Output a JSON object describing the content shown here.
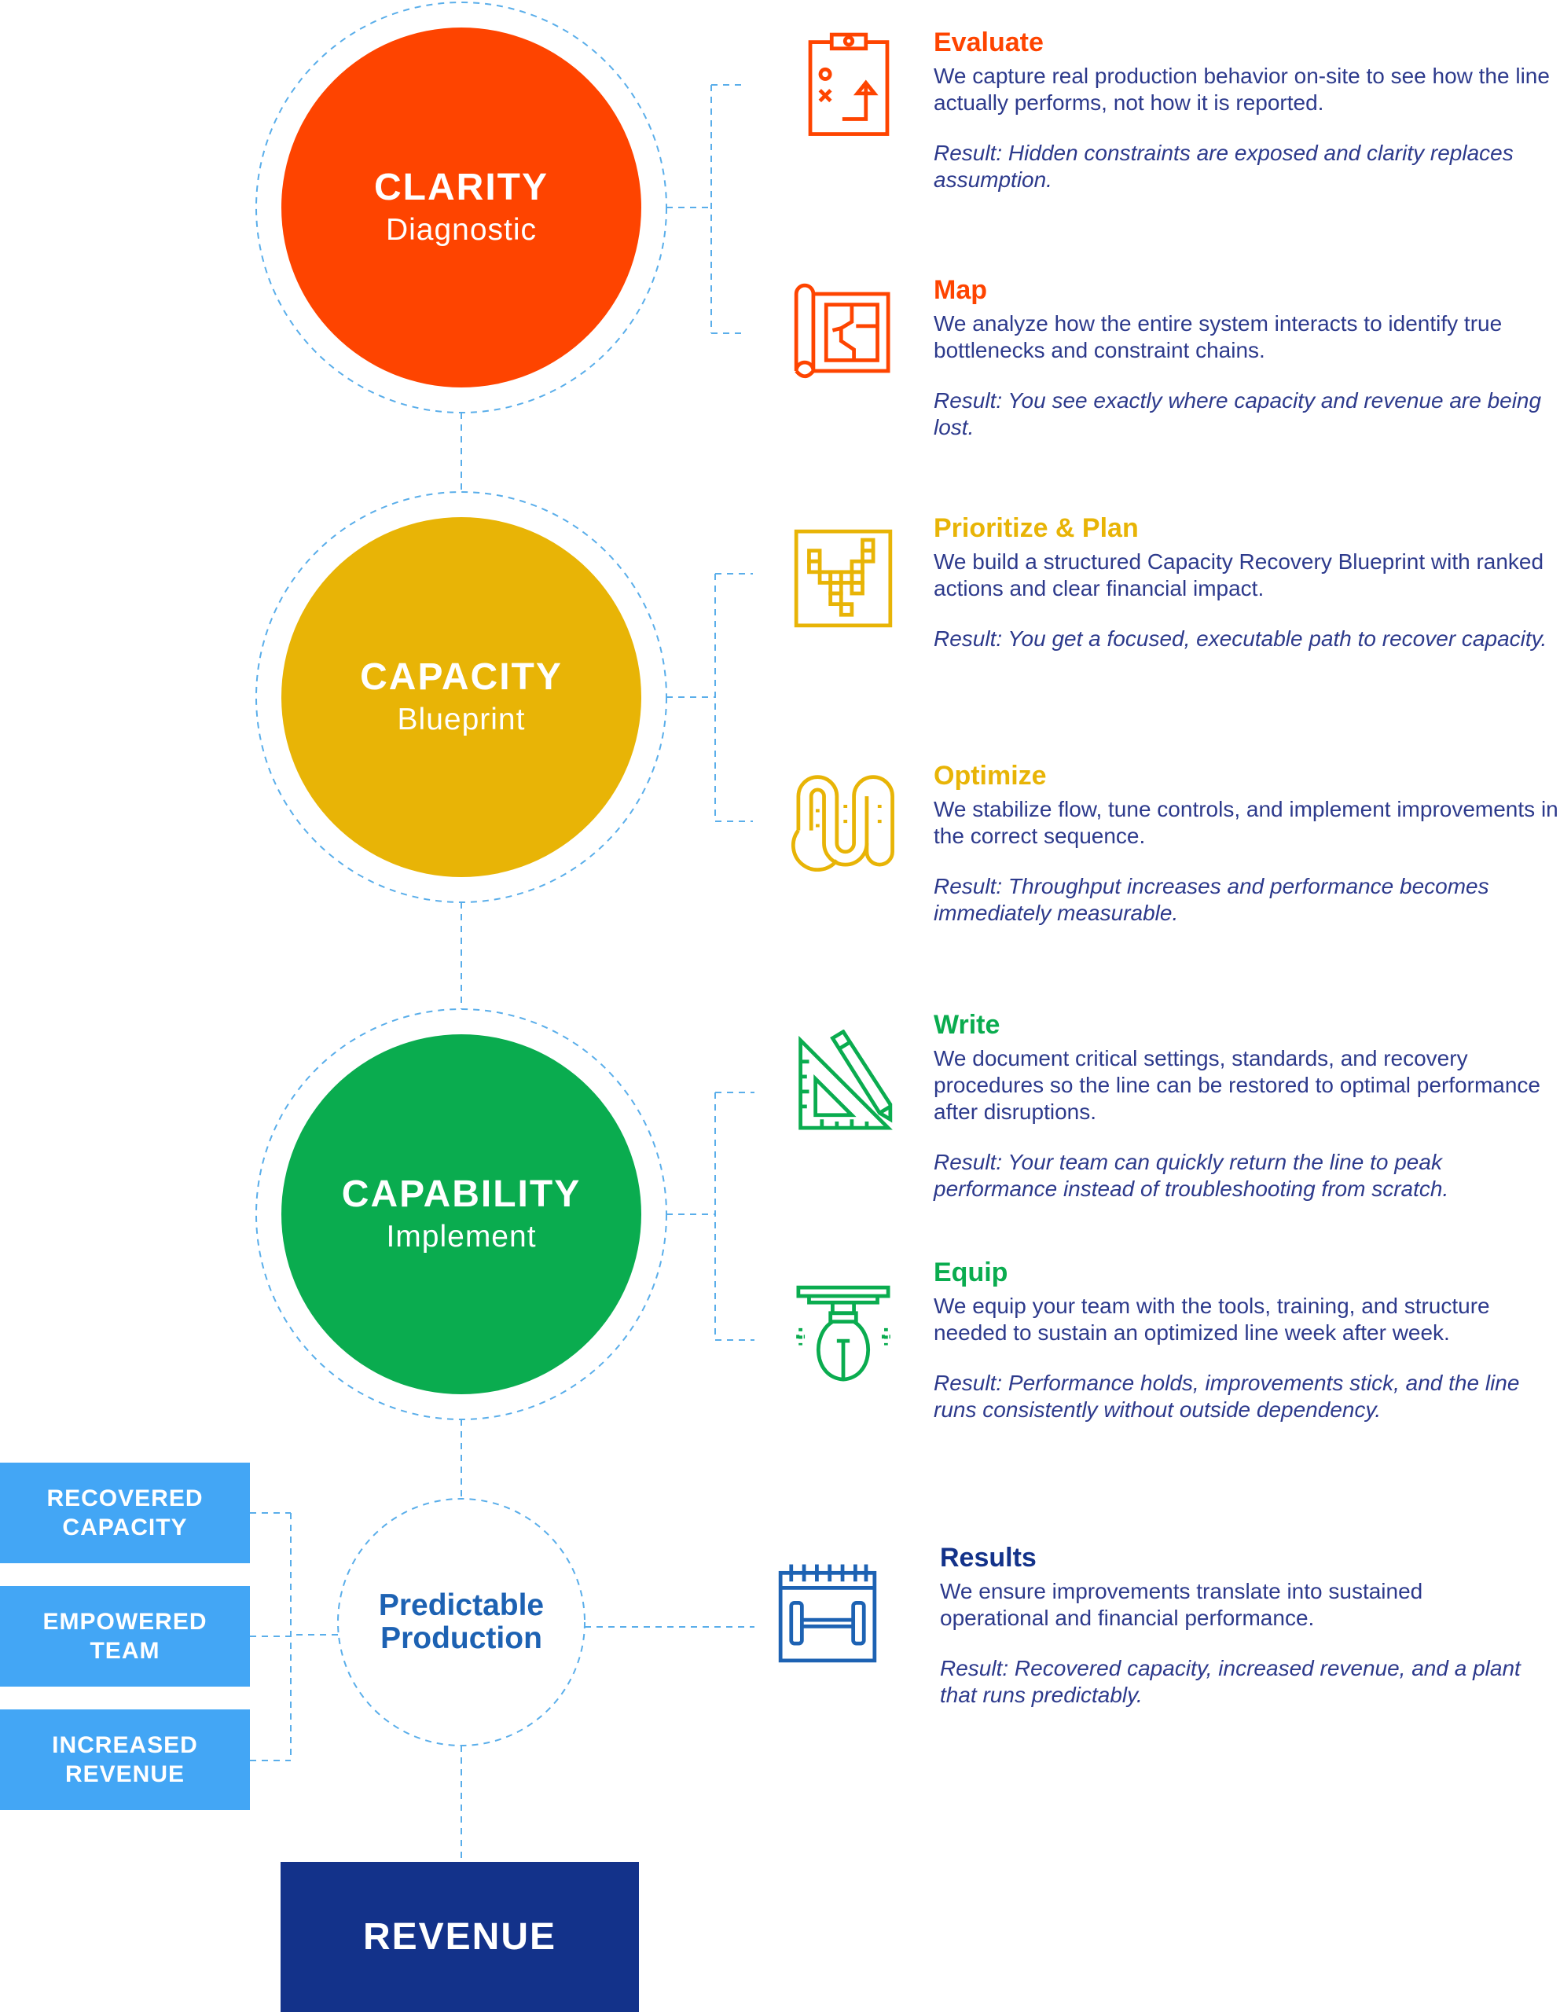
{
  "colors": {
    "clarity": "#fe4400",
    "capacity": "#e8b406",
    "capability": "#0aac4f",
    "results": "#1d62b3",
    "outcome_box": "#43a6f5",
    "revenue_box": "#13328a",
    "dash": "#5aaeea",
    "body_text": "#2d3a8c"
  },
  "stages": [
    {
      "title": "CLARITY",
      "subtitle": "Diagnostic"
    },
    {
      "title": "CAPACITY",
      "subtitle": "Blueprint"
    },
    {
      "title": "CAPABILITY",
      "subtitle": "Implement"
    }
  ],
  "steps": [
    {
      "heading": "Evaluate",
      "icon": "clipboard-plan-icon",
      "description": "We capture real production behavior on-site to see how the line actually performs, not how it is reported.",
      "result": "Result: Hidden constraints are exposed and clarity replaces assumption."
    },
    {
      "heading": "Map",
      "icon": "blueprint-map-icon",
      "description": "We analyze how the entire system interacts to identify true bottlenecks and constraint chains.",
      "result": "Result: You see exactly where capacity and revenue are being lost."
    },
    {
      "heading": "Prioritize & Plan",
      "icon": "path-grid-icon",
      "description": "We build a structured Capacity Recovery Blueprint with ranked actions and clear financial impact.",
      "result": "Result: You get a focused, executable path to recover capacity."
    },
    {
      "heading": "Optimize",
      "icon": "winding-path-icon",
      "description": "We stabilize flow, tune controls, and implement improvements in the correct sequence.",
      "result": "Result: Throughput increases and performance becomes immediately measurable."
    },
    {
      "heading": "Write",
      "icon": "ruler-pencil-icon",
      "description": "We document critical settings, standards, and recovery procedures so the line can be restored to optimal performance after disruptions.",
      "result": "Result: Your team can quickly return the line to peak performance instead of troubleshooting from scratch."
    },
    {
      "heading": "Equip",
      "icon": "lightbulb-icon",
      "description": "We equip your team with the tools, training, and structure needed to sustain an optimized line week after week.",
      "result": "Result: Performance holds, improvements stick, and the line runs consistently without outside dependency."
    },
    {
      "heading": "Results",
      "icon": "calendar-dumbbell-icon",
      "description": "We ensure improvements translate into sustained operational and financial performance.",
      "result": "Result: Recovered capacity, increased revenue, and a plant that runs predictably."
    }
  ],
  "predictable_production": {
    "line1": "Predictable",
    "line2": "Production"
  },
  "outcomes": [
    {
      "line1": "RECOVERED",
      "line2": "CAPACITY"
    },
    {
      "line1": "EMPOWERED",
      "line2": "TEAM"
    },
    {
      "line1": "INCREASED",
      "line2": "REVENUE"
    }
  ],
  "revenue": "REVENUE"
}
